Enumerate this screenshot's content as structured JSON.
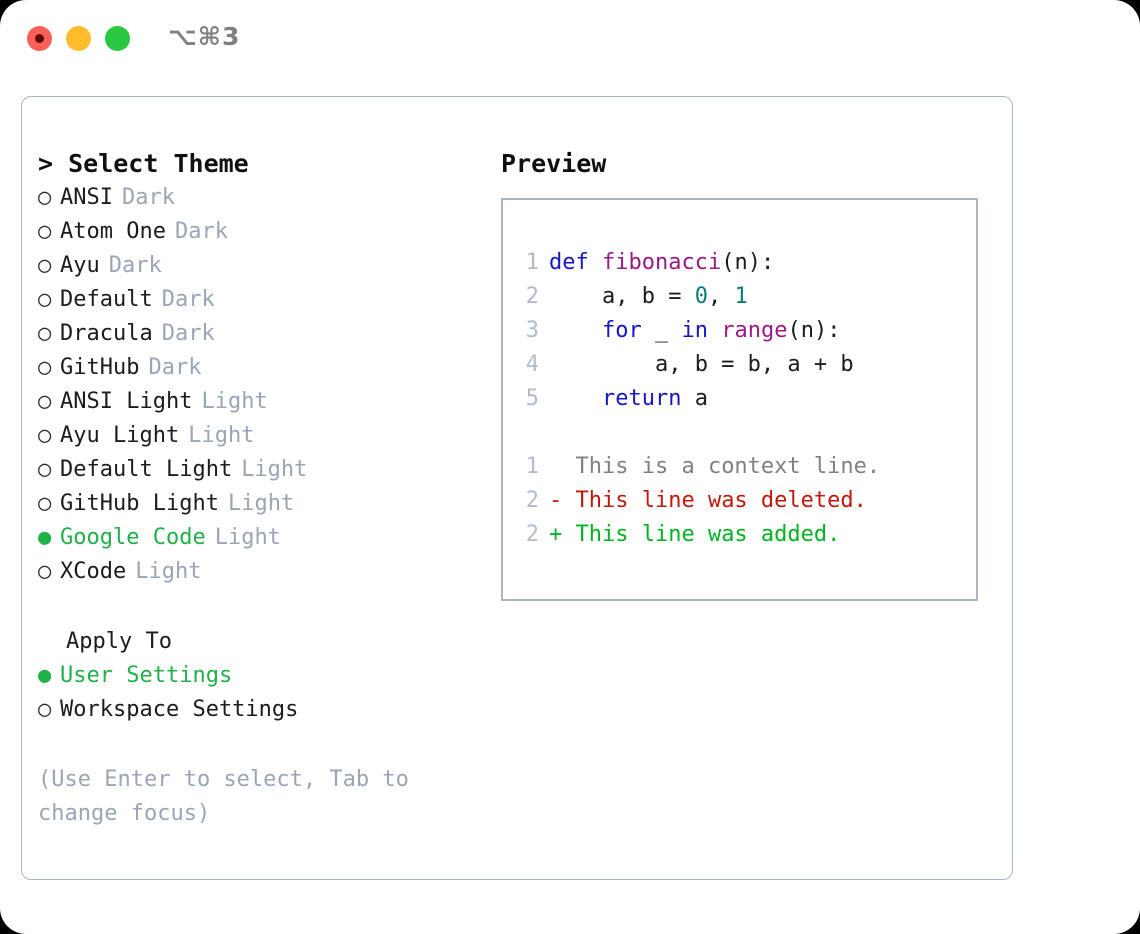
{
  "window": {
    "shortcut_label": "⌥⌘3",
    "traffic_lights": [
      "close-button",
      "minimize-button",
      "maximize-button"
    ]
  },
  "theme_panel": {
    "header": "> Select Theme",
    "items": [
      {
        "bullet": "○",
        "name": "ANSI",
        "kind": "Dark",
        "selected": false
      },
      {
        "bullet": "○",
        "name": "Atom One",
        "kind": "Dark",
        "selected": false
      },
      {
        "bullet": "○",
        "name": "Ayu",
        "kind": "Dark",
        "selected": false
      },
      {
        "bullet": "○",
        "name": "Default",
        "kind": "Dark",
        "selected": false
      },
      {
        "bullet": "○",
        "name": "Dracula",
        "kind": "Dark",
        "selected": false
      },
      {
        "bullet": "○",
        "name": "GitHub",
        "kind": "Dark",
        "selected": false
      },
      {
        "bullet": "○",
        "name": "ANSI Light",
        "kind": "Light",
        "selected": false
      },
      {
        "bullet": "○",
        "name": "Ayu Light",
        "kind": "Light",
        "selected": false
      },
      {
        "bullet": "○",
        "name": "Default Light",
        "kind": "Light",
        "selected": false
      },
      {
        "bullet": "○",
        "name": "GitHub Light",
        "kind": "Light",
        "selected": false
      },
      {
        "bullet": "●",
        "name": "Google Code",
        "kind": "Light",
        "selected": true
      },
      {
        "bullet": "○",
        "name": "XCode",
        "kind": "Light",
        "selected": false
      }
    ]
  },
  "apply_to": {
    "header": "Apply To",
    "options": [
      {
        "bullet": "●",
        "label": "User Settings",
        "selected": true
      },
      {
        "bullet": "○",
        "label": "Workspace Settings",
        "selected": false
      }
    ]
  },
  "hint": "(Use Enter to select, Tab to change focus)",
  "preview": {
    "header": "Preview",
    "code_lines": [
      {
        "ln": "1",
        "tokens": [
          {
            "t": "def",
            "c": "kw"
          },
          {
            "t": " ",
            "c": "plain"
          },
          {
            "t": "fibonacci",
            "c": "fn"
          },
          {
            "t": "(n):",
            "c": "punc"
          }
        ]
      },
      {
        "ln": "2",
        "tokens": [
          {
            "t": "    a, b = ",
            "c": "plain"
          },
          {
            "t": "0",
            "c": "num"
          },
          {
            "t": ", ",
            "c": "plain"
          },
          {
            "t": "1",
            "c": "num"
          }
        ]
      },
      {
        "ln": "3",
        "tokens": [
          {
            "t": "    ",
            "c": "plain"
          },
          {
            "t": "for",
            "c": "kw"
          },
          {
            "t": " _ ",
            "c": "plain"
          },
          {
            "t": "in",
            "c": "kw"
          },
          {
            "t": " ",
            "c": "plain"
          },
          {
            "t": "range",
            "c": "fn"
          },
          {
            "t": "(n):",
            "c": "punc"
          }
        ]
      },
      {
        "ln": "4",
        "tokens": [
          {
            "t": "        a, b = b, a + b",
            "c": "plain"
          }
        ]
      },
      {
        "ln": "5",
        "tokens": [
          {
            "t": "    ",
            "c": "plain"
          },
          {
            "t": "return",
            "c": "kw"
          },
          {
            "t": " a",
            "c": "plain"
          }
        ]
      }
    ],
    "diff_lines": [
      {
        "ln": "1",
        "marker": " ",
        "text": " This is a context line.",
        "kind": "ctx"
      },
      {
        "ln": "2",
        "marker": "-",
        "text": " This line was deleted.",
        "kind": "del"
      },
      {
        "ln": "2",
        "marker": "+",
        "text": " This line was added.",
        "kind": "add"
      }
    ]
  },
  "colors": {
    "accent_green": "#21b14b",
    "muted_blue_gray": "#9aa5b5",
    "border": "#aab4c4",
    "keyword": "#1616c8",
    "function": "#9c1a82",
    "number": "#0b7d77",
    "diff_delete": "#c3190c",
    "diff_add": "#00b521",
    "line_number": "#b0bccd"
  }
}
